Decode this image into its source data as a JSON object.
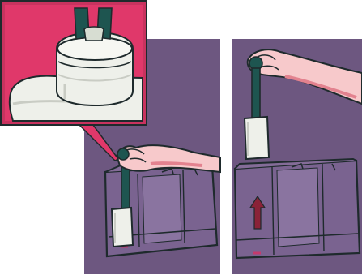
{
  "figure": {
    "panels": [
      {
        "id": "install-step",
        "depicts": [
          "hand",
          "water-tank",
          "water-filter",
          "lift-handle"
        ]
      },
      {
        "id": "remove-step",
        "depicts": [
          "hand",
          "water-filter",
          "water-tank",
          "up-arrow"
        ]
      }
    ],
    "inset": {
      "depicts": [
        "water-filter",
        "filter-seat"
      ],
      "frame_color": "#c8335f",
      "background_color": "#e0386a"
    },
    "colors": {
      "panel_background": "#6d5780",
      "outline": "#1e2a2c",
      "filter_handle": "#1e5550",
      "skin": "#f7c9cb",
      "skin_shadow": "#e3828f",
      "filter_body": "#eef0ea",
      "arrow": "#8a2238"
    }
  }
}
